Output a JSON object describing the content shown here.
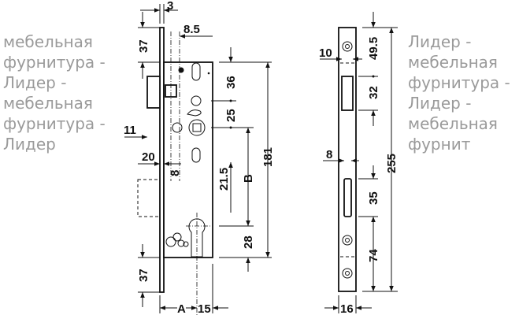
{
  "lock_body": {
    "dimensions": {
      "faceplate_thickness": "3",
      "top_offset": "37",
      "backset_offset": "8.5",
      "spacing_36": "36",
      "spacing_25": "25",
      "left_11": "11",
      "left_20": "20",
      "offset_8": "8",
      "offset_21_5": "21.5",
      "label_b": "B",
      "height_181": "181",
      "cylinder_28": "28",
      "bottom_offset": "37",
      "label_a": "A",
      "width_15": "15"
    }
  },
  "strike_plate": {
    "dimensions": {
      "width_10": "10",
      "top_49_5": "49.5",
      "latch_32": "32",
      "width_8": "8",
      "length_255": "255",
      "bolt_35": "35",
      "bottom_74": "74",
      "width_16": "16"
    }
  },
  "watermark": {
    "line1": "мебельная фурнитура - Лидер - мебельная фурнитура - Лидер",
    "line2": "Лидер - мебельная фурнитура - Лидер - мебельная фурнит"
  }
}
